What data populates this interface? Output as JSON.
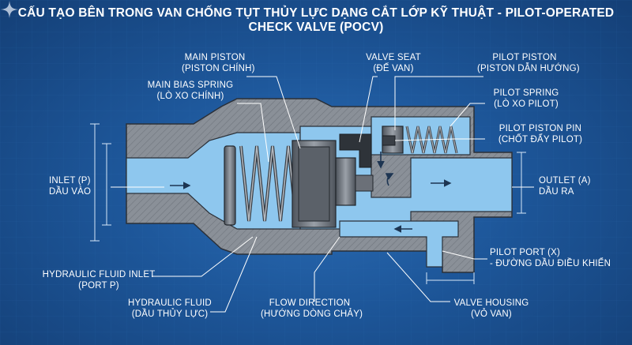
{
  "title": "CẤU TẠO BÊN TRONG VAN CHỐNG TỤT THỦY LỰC DẠNG CẮT LỚP KỸ THUẬT - PILOT-OPERATED CHECK VALVE (POCV)",
  "labels": {
    "main_piston": {
      "en": "MAIN PISTON",
      "vi": "(PISTON CHÍNH)"
    },
    "main_bias_spring": {
      "en": "MAIN BIAS SPRING",
      "vi": "(LÒ XO CHÍNH)"
    },
    "valve_seat": {
      "en": "VALVE SEAT",
      "vi": "(ĐẾ VAN)"
    },
    "pilot_piston": {
      "en": "PILOT PISTON",
      "vi": "(PISTON DẪN HƯỚNG)"
    },
    "pilot_spring": {
      "en": "PILOT SPRING",
      "vi": "(LÒ XO PILOT)"
    },
    "pilot_piston_pin": {
      "en": "PILOT PISTON PIN",
      "vi": "(CHỐT ĐẨY PILOT)"
    },
    "inlet": {
      "en": "INLET (P)",
      "vi": "DẦU VÀO"
    },
    "outlet": {
      "en": "OUTLET (A)",
      "vi": "DẦU RA"
    },
    "pilot_port": {
      "en": "PILOT PORT (X)",
      "vi": "- ĐƯỜNG DẦU ĐIỀU KHIỂN"
    },
    "hydraulic_fluid_inlet": {
      "en": "HYDRAULIC FLUID INLET",
      "vi": "(PORT P)"
    },
    "hydraulic_fluid": {
      "en": "HYDRAULIC FLUID",
      "vi": "(DẦU THỦY LỰC)"
    },
    "flow_direction": {
      "en": "FLOW DIRECTION",
      "vi": "(HƯỚNG DÒNG CHẢY)"
    },
    "valve_housing": {
      "en": "VALVE HOUSING",
      "vi": "(VỎ VAN)"
    }
  },
  "colors": {
    "background": "#1d5699",
    "housing": "#8a9098",
    "housing_edge": "#2b3038",
    "fluid": "#8ec7ee",
    "steel": "#6b7078",
    "leader": "#ffffff",
    "dimension": "#d6e6f7"
  },
  "icons": [
    "flow-arrow-icon",
    "sparkle-icon"
  ]
}
